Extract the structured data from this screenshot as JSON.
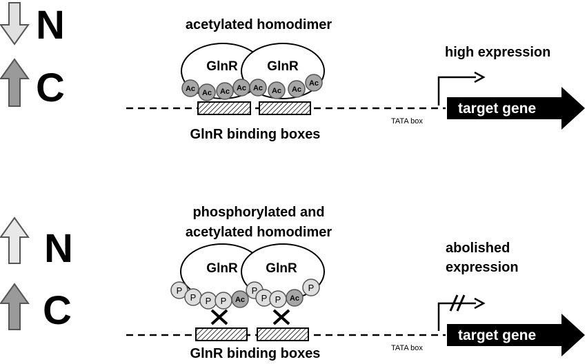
{
  "colors": {
    "arrow_down_fill": "#e0e0e0",
    "arrow_up_dark_fill": "#9a9a9a",
    "arrow_up_light_fill": "#e8e8e8",
    "circle_ac_fill": "#a6a6a6",
    "circle_p_fill": "#dedede",
    "gene_fill": "#000000"
  },
  "top": {
    "n_letter": "N",
    "c_letter": "C",
    "n_arrow_icon": "arrow-down-icon",
    "c_arrow_icon": "arrow-up-icon",
    "title": "acetylated homodimer",
    "protein_left": "GlnR",
    "protein_right": "GlnR",
    "mods": [
      "Ac",
      "Ac",
      "Ac",
      "Ac",
      "Ac",
      "Ac",
      "Ac",
      "Ac"
    ],
    "binding_label": "GlnR binding boxes",
    "tata_label": "TATA box",
    "expression_label": "high expression",
    "gene_label": "target gene"
  },
  "bottom": {
    "n_letter": "N",
    "c_letter": "C",
    "n_arrow_icon": "arrow-up-icon",
    "c_arrow_icon": "arrow-up-icon",
    "title_line1": "phosphorylated and",
    "title_line2": "acetylated homodimer",
    "protein_left": "GlnR",
    "protein_right": "GlnR",
    "mods": [
      "P",
      "P",
      "P",
      "P",
      "Ac",
      "P",
      "P",
      "P",
      "Ac",
      "P"
    ],
    "binding_label": "GlnR binding boxes",
    "tata_label": "TATA box",
    "expression_label_line1": "abolished",
    "expression_label_line2": "expression",
    "gene_label": "target gene"
  }
}
